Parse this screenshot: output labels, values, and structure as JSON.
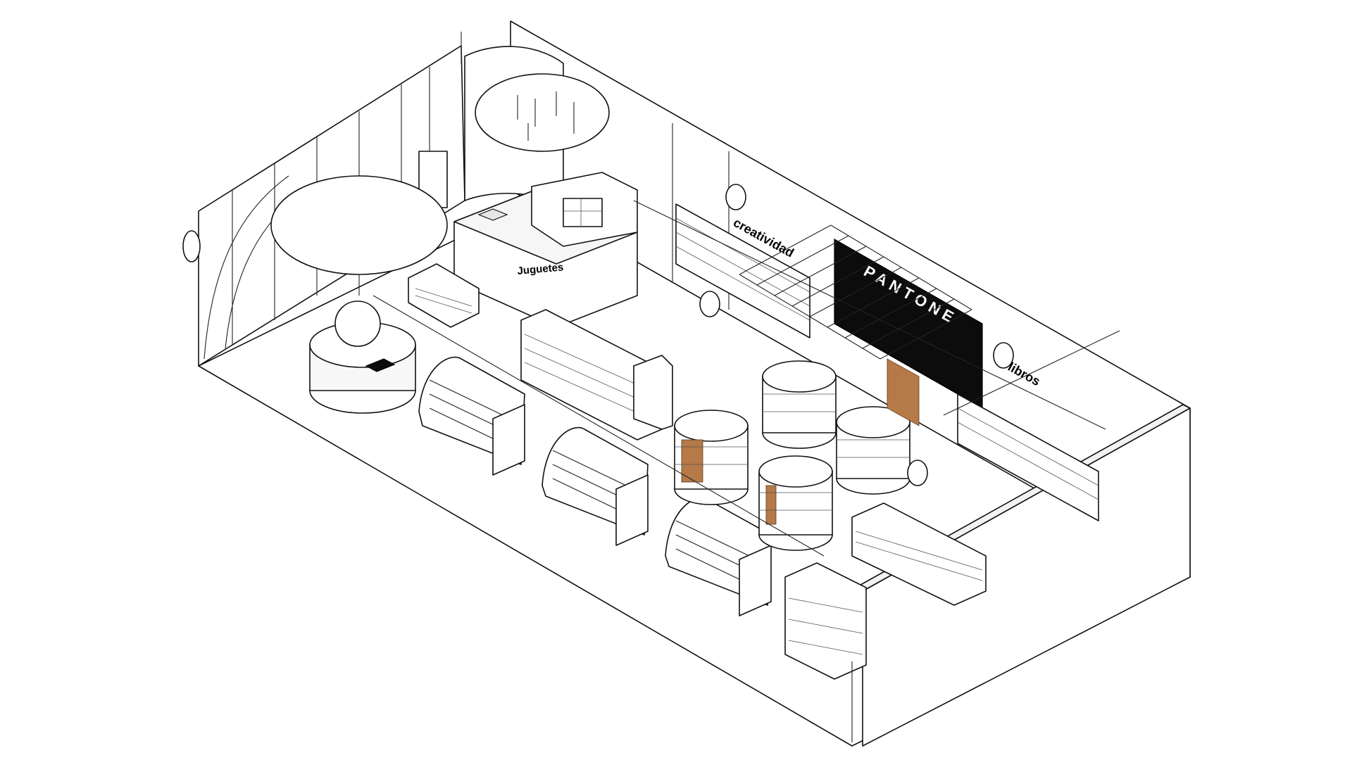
{
  "signage": {
    "juguetes": "Juguetes",
    "creatividad": "creatividad",
    "pantone": "PANTONE",
    "libros": "libros"
  },
  "colors": {
    "line": "#111111",
    "background": "#ffffff",
    "pantone_wall": "#0c0c0c",
    "wood_accent": "#b57a48"
  },
  "icons": {
    "ceiling_disc": "ellipse-canopy",
    "round_display": "round-gondola",
    "book_shelf": "curved-book-shelf",
    "column_display": "rotating-column-display"
  }
}
